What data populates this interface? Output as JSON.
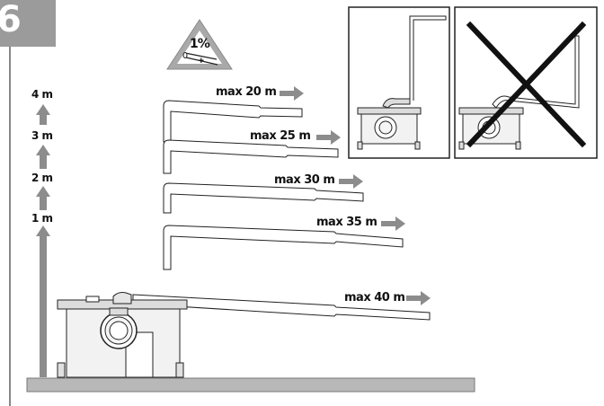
{
  "step_number": "6",
  "slope_label": "1%",
  "slope_sign": "+",
  "height_labels": [
    "4 m",
    "3 m",
    "2 m",
    "1 m"
  ],
  "pipe_lengths": [
    "max 20 m",
    "max 25 m",
    "max 30 m",
    "max 35 m",
    "max 40 m"
  ],
  "colors": {
    "arrow": "#8c8c8c",
    "tab": "#9b9b9b",
    "floor": "#b8b8b8",
    "line": "#222222"
  }
}
